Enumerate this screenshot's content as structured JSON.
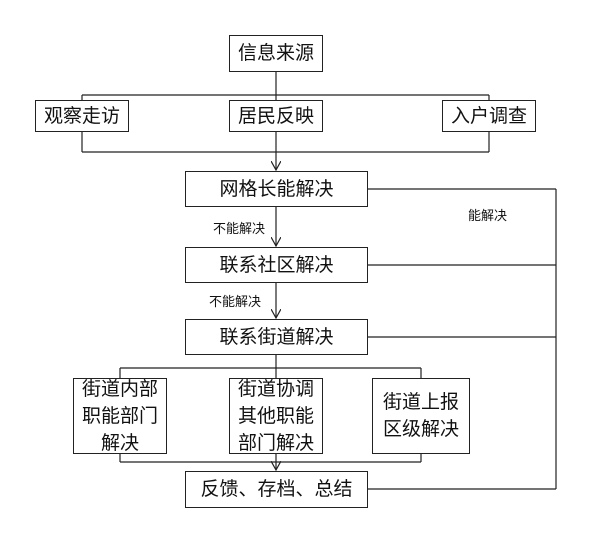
{
  "nodes": {
    "source": "信息来源",
    "observe": "观察走访",
    "resident": "居民反映",
    "household": "入户调查",
    "grid_leader": "网格长能解决",
    "community": "联系社区解决",
    "street": "联系街道解决",
    "internal_lines": [
      "街道内部",
      "职能部门",
      "解决"
    ],
    "coordinate_lines": [
      "街道协调",
      "其他职能",
      "部门解决"
    ],
    "district_lines": [
      "街道上报",
      "区级解决"
    ],
    "feedback": "反馈、存档、总结"
  },
  "labels": {
    "cannot_1": "不能解决",
    "cannot_2": "不能解决",
    "can": "能解决"
  },
  "colors": {
    "line": "#222222",
    "border": "#222222",
    "text": "#111111"
  }
}
